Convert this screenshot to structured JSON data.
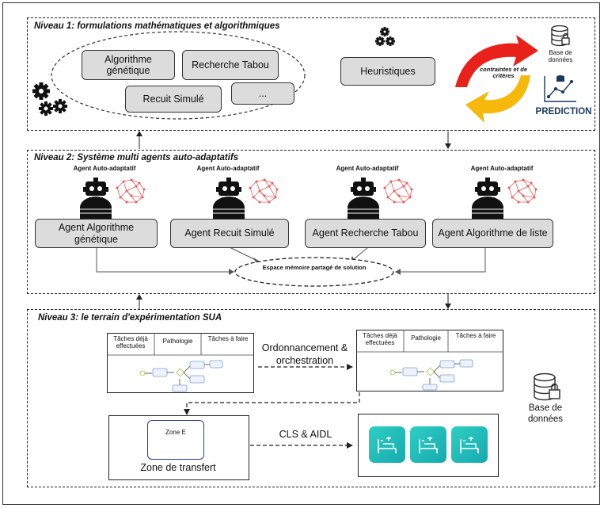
{
  "level1": {
    "title": "Niveau 1: formulations mathématiques et algorithmiques",
    "boxes": {
      "genetique": "Algorithme génétique",
      "tabou": "Recherche Tabou",
      "recuit": "Recuit Simulé",
      "dots": "...",
      "heuristiques": "Heuristiques"
    },
    "arrows_label": "contraintes et de critères",
    "database_label": "Base de données",
    "prediction_label": "PREDICTION"
  },
  "level2": {
    "title": "Niveau 2: Système multi agents auto-adaptatifs",
    "agent_tag": "Agent Auto-adaptatif",
    "agents": [
      "Agent Algorithme génétique",
      "Agent Recuit Simulé",
      "Agent Recherche Tabou",
      "Agent Algorithme de liste"
    ],
    "memory_label": "Espace mémoire partagé de solution"
  },
  "level3": {
    "title": "Niveau 3: le terrain d'expérimentation SUA",
    "table_headers": [
      "Tâches déjà effectuées",
      "Pathologie",
      "Tâches à faire"
    ],
    "ordonnancement_label": "Ordonnancement & orchestration",
    "zone_inner": "Zone E",
    "zone_label": "Zone de transfert",
    "cls_label": "CLS & AIDL",
    "database_label": "Base de données"
  },
  "colors": {
    "box_fill": "#dcdcdc",
    "arrow_red": "#e8211a",
    "arrow_yellow": "#f5b80b",
    "brain": "#ec5b5b",
    "teal": "#1fb8b6",
    "prediction": "#1a3a5c"
  }
}
